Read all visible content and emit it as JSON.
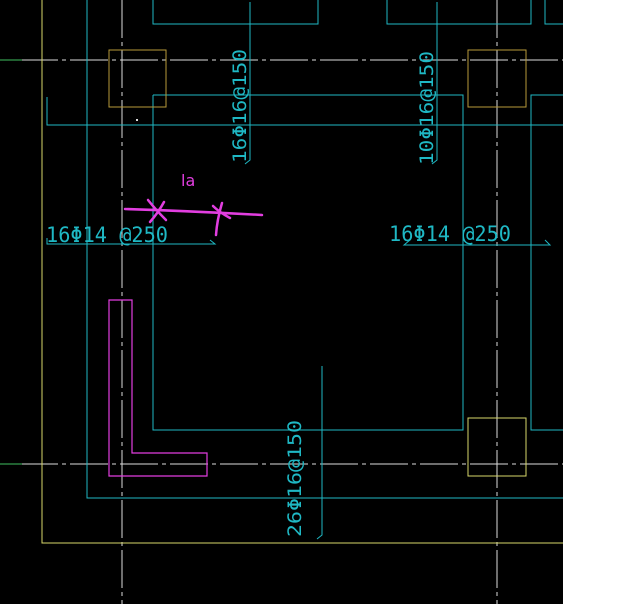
{
  "colors": {
    "background": "#000000",
    "page": "#ffffff",
    "cyan": "#1fb8c4",
    "gold": "#b79a3a",
    "yellow": "#d8d86a",
    "white": "#dcdcdc",
    "magenta": "#e23ee0",
    "green": "#3fbf5f"
  },
  "rebar_labels": {
    "left_horizontal": "16Φ14 @250",
    "right_horizontal": "16Φ14 @250",
    "left_vertical": "16Φ16@150",
    "right_vertical": "10Φ16@150",
    "bottom_vertical": "26Φ16@150"
  },
  "annotation": {
    "anchorage_label": "la"
  }
}
